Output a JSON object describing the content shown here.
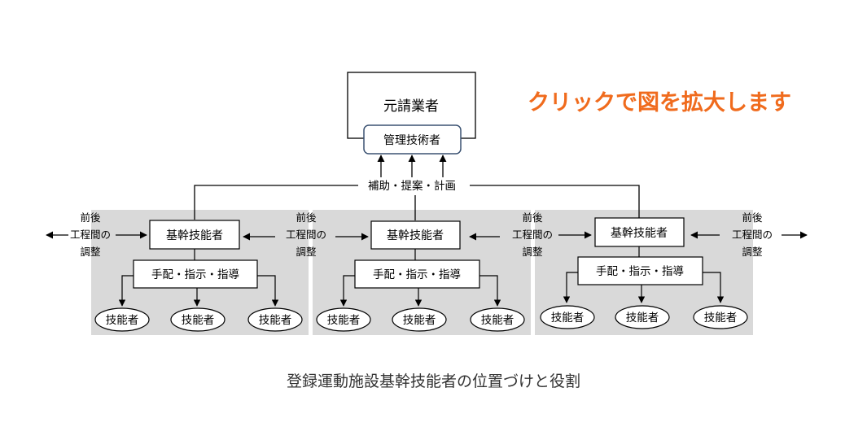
{
  "zoom_link_text": "クリックで図を拡大します",
  "caption": "登録運動施設基幹技能者の位置づけと役割",
  "prime_contractor": "元請業者",
  "manager": "管理技術者",
  "support_label": "補助・提案・計画",
  "groups": [
    {
      "leader": "基幹技能者",
      "instruction": "手配・指示・指導",
      "workers": [
        "技能者",
        "技能者",
        "技能者"
      ]
    },
    {
      "leader": "基幹技能者",
      "instruction": "手配・指示・指導",
      "workers": [
        "技能者",
        "技能者",
        "技能者"
      ]
    },
    {
      "leader": "基幹技能者",
      "instruction": "手配・指示・指導",
      "workers": [
        "技能者",
        "技能者",
        "技能者"
      ]
    }
  ],
  "coordination_label": [
    "前後",
    "工程間の",
    "調整"
  ],
  "colors": {
    "accent": "#f06b1d",
    "group_background": "#d9d9d9",
    "manager_border": "#3b5272"
  }
}
